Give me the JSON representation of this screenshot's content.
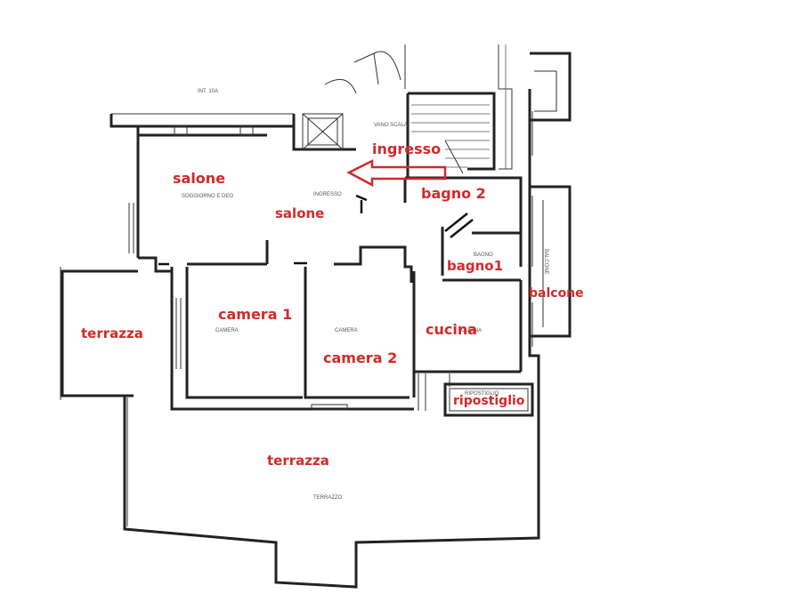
{
  "colors": {
    "label": "#d12a2a",
    "walls": "#222222",
    "arrow": "#d12a2a"
  },
  "room_labels": {
    "ingresso": "ingresso",
    "salone_1": "salone",
    "salone_2": "salone",
    "bagno_2": "bagno 2",
    "bagno_1": "bagno1",
    "balcone": "balcone",
    "camera_1": "camera 1",
    "camera_2": "camera 2",
    "cucina": "cucina",
    "terrazza_1": "terrazza",
    "terrazza_2": "terrazza",
    "ripostiglio": "ripostiglio"
  },
  "plan_labels": {
    "top": "INT. 10A",
    "vano_scala": "VANO SCALA",
    "soggiorno": "SOGGIORNO E DEO",
    "ingresso_small": "INGRESSO",
    "bagno_small": "BAGNO",
    "balcone_small": "BALCONE",
    "camera_a": "CAMERA",
    "camera_b": "CAMERA",
    "cucina_small": "CUCINA",
    "ripostiglio_small": "RIPOSTIGLIO",
    "terrazzo_small": "TERRAZZO"
  },
  "icons": {
    "entrance_arrow": "arrow-left-icon"
  }
}
